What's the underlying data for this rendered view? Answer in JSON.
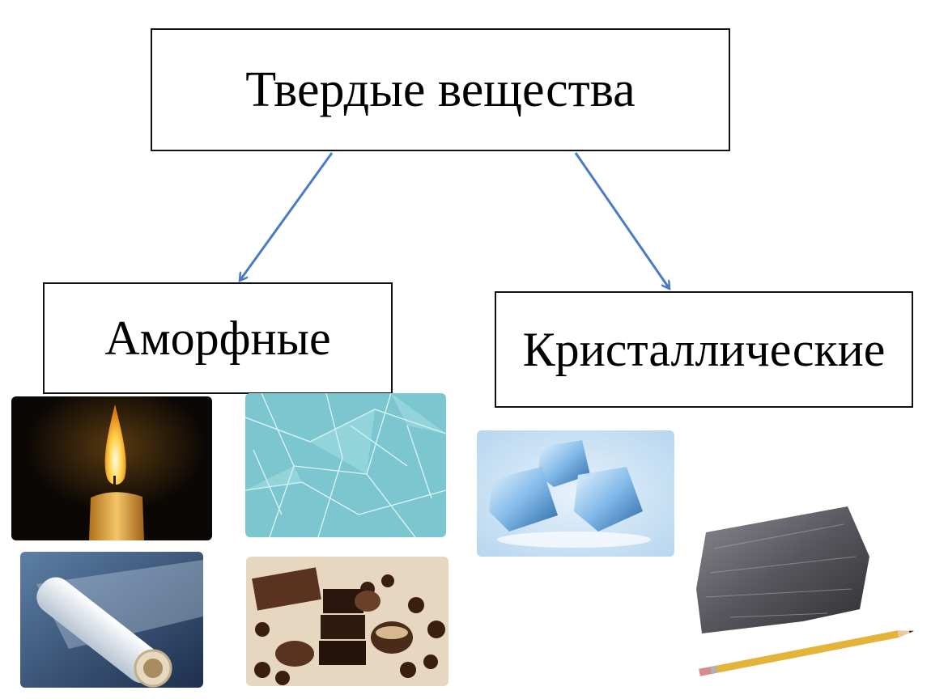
{
  "root": {
    "label": "Твердые вещества"
  },
  "categories": [
    {
      "id": "amorphous",
      "label": "Аморфные"
    },
    {
      "id": "crystalline",
      "label": "Кристаллические"
    }
  ],
  "colors": {
    "arrow": "#4a7cc2",
    "box_border": "#111111",
    "text": "#000000"
  },
  "photos": {
    "amorphous": [
      "candle-photo",
      "broken-glass-photo",
      "plastic-film-roll-photo",
      "chocolate-photo"
    ],
    "crystalline": [
      "ice-cubes-photo",
      "graphite-rock-photo"
    ]
  }
}
